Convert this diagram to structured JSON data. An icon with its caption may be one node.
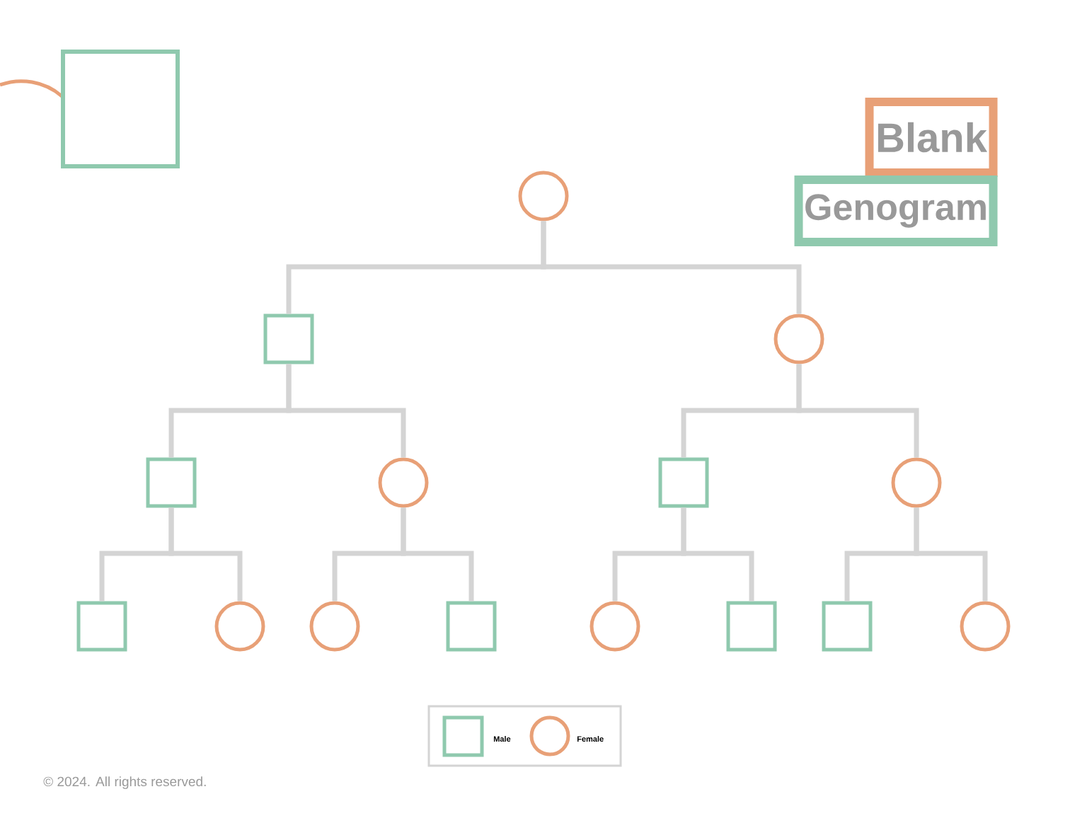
{
  "diagram": {
    "nodes": [
      {
        "text": [
          "Blank"
        ]
      },
      {
        "text": [
          "Genogram"
        ]
      },
      {
        "text": [],
        "shape": "circle"
      },
      {
        "text": [],
        "shape": "box"
      },
      {
        "text": [],
        "shape": "circle"
      },
      {
        "text": [],
        "shape": "box"
      },
      {
        "text": [],
        "shape": "circle"
      },
      {
        "text": [],
        "shape": "box"
      },
      {
        "text": [],
        "shape": "circle"
      },
      {
        "text": [],
        "shape": "box"
      },
      {
        "text": [],
        "shape": "circle"
      },
      {
        "text": [],
        "shape": "circle"
      },
      {
        "text": [],
        "shape": "box"
      },
      {
        "text": [],
        "shape": "circle"
      },
      {
        "text": [],
        "shape": "box"
      },
      {
        "text": [],
        "shape": "box"
      },
      {
        "text": [],
        "shape": "circle"
      }
    ],
    "edges": [
      {
        "from": 2,
        "to": 3,
        "arrow": "none"
      },
      {
        "from": 2,
        "to": 4,
        "arrow": "none"
      },
      {
        "from": 3,
        "to": 5,
        "arrow": "none"
      },
      {
        "from": 3,
        "to": 6,
        "arrow": "none"
      },
      {
        "from": 4,
        "to": 7,
        "arrow": "none"
      },
      {
        "from": 4,
        "to": 8,
        "arrow": "none"
      },
      {
        "from": 5,
        "to": 9,
        "arrow": "none"
      },
      {
        "from": 5,
        "to": 10,
        "arrow": "none"
      },
      {
        "from": 6,
        "to": 11,
        "arrow": "none"
      },
      {
        "from": 6,
        "to": 12,
        "arrow": "none"
      },
      {
        "from": 7,
        "to": 13,
        "arrow": "none"
      },
      {
        "from": 7,
        "to": 14,
        "arrow": "none"
      },
      {
        "from": 8,
        "to": 15,
        "arrow": "none"
      },
      {
        "from": 8,
        "to": 16,
        "arrow": "none"
      }
    ],
    "labels": [
      "© 2024. All rights reserved."
    ],
    "legend": [
      {
        "text": "Male"
      },
      {
        "text": "Female"
      }
    ]
  }
}
